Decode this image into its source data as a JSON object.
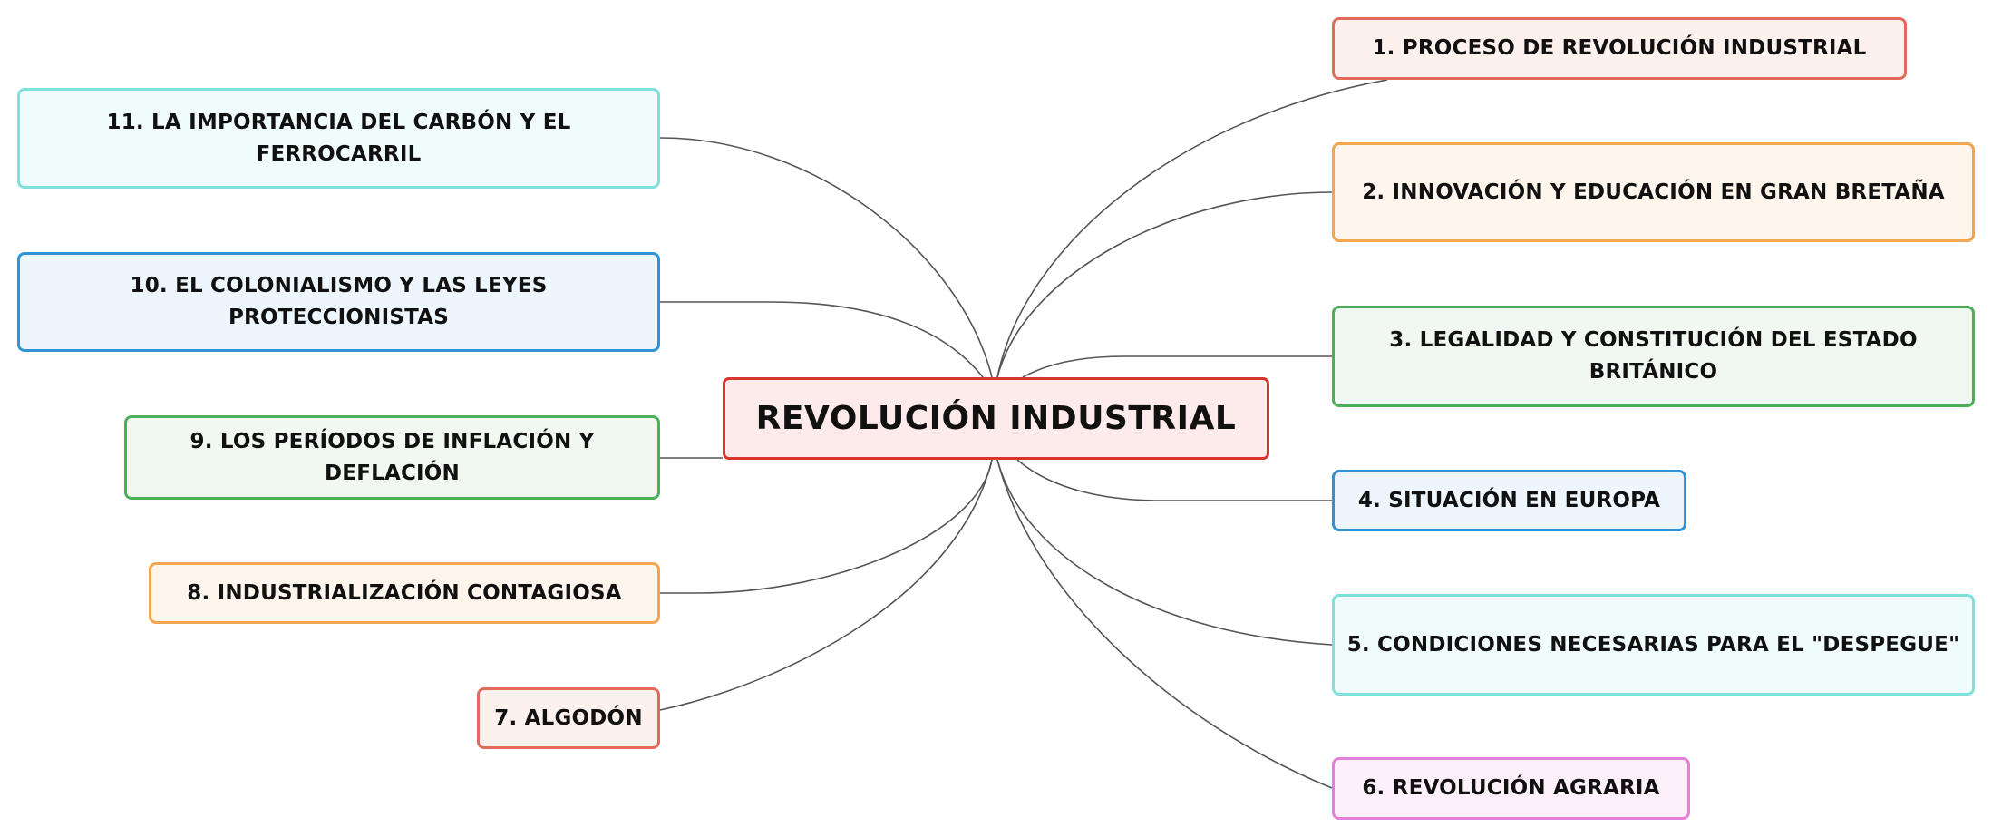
{
  "mindmap": {
    "center": {
      "label": "REVOLUCIÓN INDUSTRIAL",
      "border": "#d6342c",
      "fill": "#fdeaea"
    },
    "branches": [
      {
        "label": "1. PROCESO DE REVOLUCIÓN INDUSTRIAL",
        "border": "#e4695d",
        "fill": "#fdf1ee"
      },
      {
        "label": "2. INNOVACIÓN Y EDUCACIÓN EN GRAN BRETAÑA",
        "border": "#f2a650",
        "fill": "#fef5ec"
      },
      {
        "label": "3. LEGALIDAD Y CONSTITUCIÓN DEL ESTADO BRITÁNICO",
        "border": "#4caf5a",
        "fill": "#f1f8f2"
      },
      {
        "label": "4. SITUACIÓN EN EUROPA",
        "border": "#2f93d6",
        "fill": "#eef6fd"
      },
      {
        "label": "5. CONDICIONES NECESARIAS PARA EL \"DESPEGUE\"",
        "border": "#7fe0dc",
        "fill": "#f0fcfb"
      },
      {
        "label": "6. REVOLUCIÓN AGRARIA",
        "border": "#e37fd6",
        "fill": "#fdf0fb"
      },
      {
        "label": "7. ALGODÓN",
        "border": "#e4695d",
        "fill": "#fdf1ee"
      },
      {
        "label": "8. INDUSTRIALIZACIÓN CONTAGIOSA",
        "border": "#f2a650",
        "fill": "#fef5ec"
      },
      {
        "label": "9. LOS PERÍODOS DE INFLACIÓN Y DEFLACIÓN",
        "border": "#4caf5a",
        "fill": "#f1f8f2"
      },
      {
        "label": "10. EL COLONIALISMO Y LAS LEYES PROTECCIONISTAS",
        "border": "#2f93d6",
        "fill": "#eef6fd"
      },
      {
        "label": "11. LA IMPORTANCIA DEL CARBÓN Y EL FERROCARRIL",
        "border": "#7fe0dc",
        "fill": "#f0fcfb"
      }
    ],
    "connector_color": "#555555"
  }
}
